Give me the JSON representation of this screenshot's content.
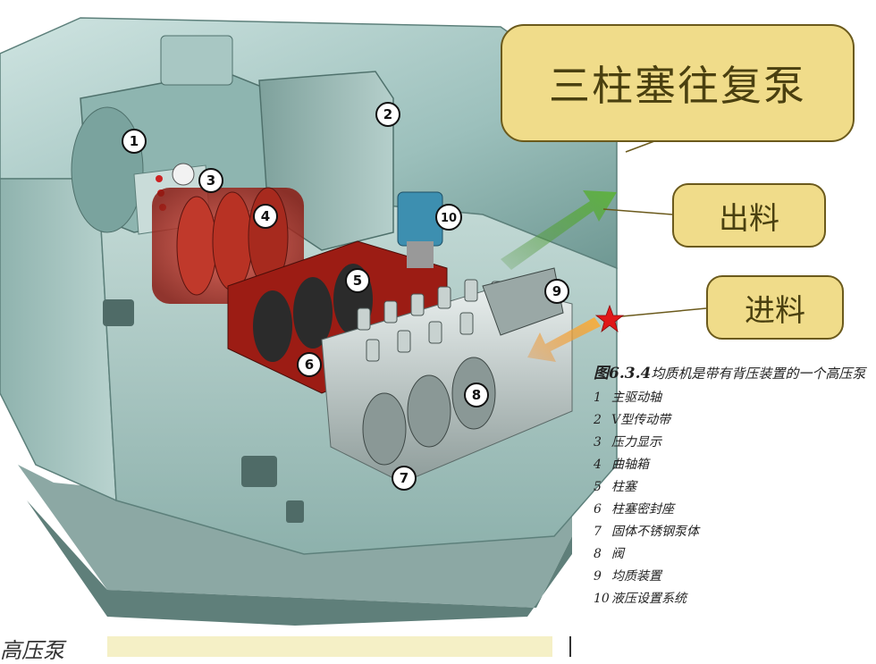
{
  "title": "三柱塞往复泵",
  "outlet_label": "出料",
  "inlet_label": "进料",
  "figure_caption": {
    "number": "图6.3.4",
    "text": "均质机是带有背压装置的一个高压泵"
  },
  "legend": [
    {
      "num": "1",
      "label": "主驱动轴"
    },
    {
      "num": "2",
      "label": "V型传动带"
    },
    {
      "num": "3",
      "label": "压力显示"
    },
    {
      "num": "4",
      "label": "曲轴箱"
    },
    {
      "num": "5",
      "label": "柱塞"
    },
    {
      "num": "6",
      "label": "柱塞密封座"
    },
    {
      "num": "7",
      "label": "固体不锈钢泵体"
    },
    {
      "num": "8",
      "label": "阀"
    },
    {
      "num": "9",
      "label": "均质装置"
    },
    {
      "num": "10",
      "label": "液压设置系统"
    }
  ],
  "bottom_text": "高压泵",
  "colors": {
    "callout_fill": "#f0dc8a",
    "callout_border": "#6b5a1c",
    "outlet_arrow": "#55a83a",
    "inlet_arrow": "#f0a030",
    "star": "#e01818"
  }
}
